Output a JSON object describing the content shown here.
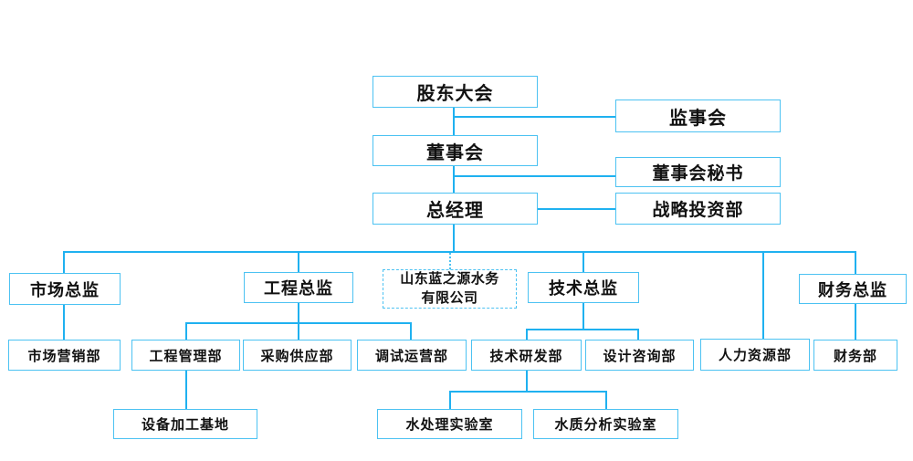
{
  "colors": {
    "connector_line": "#1fb1f0",
    "box_border": "#4cc2f2",
    "text": "#111111",
    "background": "#ffffff"
  },
  "company": {
    "line1": "山东蓝之源水务",
    "line2": "有限公司",
    "full_name": "山东蓝之源水务有限公司"
  },
  "nodes": {
    "shareholders_meeting": "股东大会",
    "supervisory_board": "监事会",
    "board_of_directors": "董事会",
    "board_secretary": "董事会秘书",
    "general_manager": "总经理",
    "strategic_investment_dept": "战略投资部",
    "marketing_director": "市场总监",
    "engineering_director": "工程总监",
    "technical_director": "技术总监",
    "finance_director": "财务总监",
    "marketing_dept": "市场营销部",
    "engineering_mgmt_dept": "工程管理部",
    "procurement_supply_dept": "采购供应部",
    "commissioning_ops_dept": "调试运营部",
    "tech_rd_dept": "技术研发部",
    "design_consulting_dept": "设计咨询部",
    "hr_dept": "人力资源部",
    "finance_dept": "财务部",
    "equipment_processing_base": "设备加工基地",
    "water_treatment_lab": "水处理实验室",
    "water_quality_analysis_lab": "水质分析实验室"
  },
  "hierarchy": {
    "股东大会": [
      "监事会",
      "董事会"
    ],
    "董事会": [
      "董事会秘书",
      "总经理"
    ],
    "总经理": [
      "战略投资部",
      "市场总监",
      "工程总监",
      "技术总监",
      "人力资源部",
      "财务总监"
    ],
    "市场总监": [
      "市场营销部"
    ],
    "工程总监": [
      "工程管理部",
      "采购供应部",
      "调试运营部"
    ],
    "工程管理部": [
      "设备加工基地"
    ],
    "技术总监": [
      "技术研发部",
      "设计咨询部"
    ],
    "技术研发部": [
      "水处理实验室",
      "水质分析实验室"
    ],
    "财务总监": [
      "财务部"
    ]
  }
}
